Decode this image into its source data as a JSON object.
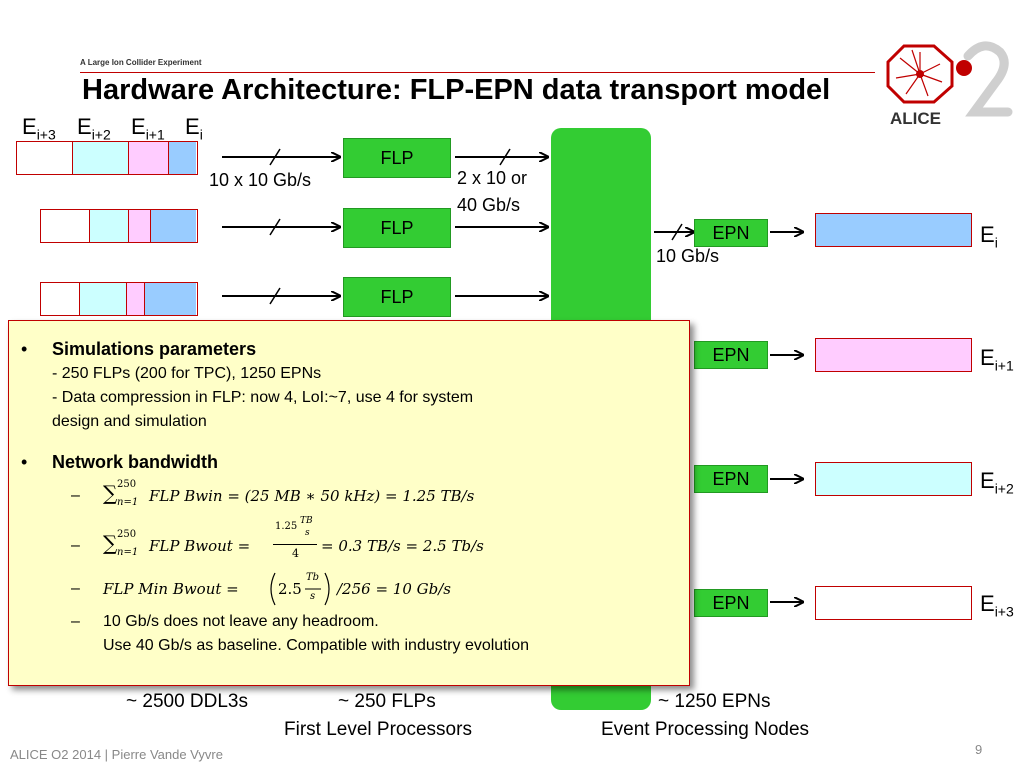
{
  "header": {
    "experiment": "A Large Ion Collider Experiment",
    "title": "Hardware Architecture: FLP-EPN data transport model",
    "logo_text": "ALICE"
  },
  "event_labels": {
    "base": "E",
    "i3": "i+3",
    "i2": "i+2",
    "i1": "i+1",
    "i": "i"
  },
  "flp_label": "FLP",
  "epn_label": "EPN",
  "links": {
    "input_bw": "10 x 10 Gb/s",
    "flp_out_bw_line1": "2 x 10 or",
    "flp_out_bw_line2": "40 Gb/s",
    "epn_bw": "10 Gb/s"
  },
  "outputs": [
    "i",
    "i+1",
    "i+2",
    "i+3"
  ],
  "bottom": {
    "ddl": "~ 2500 DDL3s",
    "flps": "~ 250 FLPs",
    "flps_name": "First Level Processors",
    "epns": "~ 1250 EPNs",
    "epns_name": "Event Processing Nodes"
  },
  "popup": {
    "sim_title": "Simulations parameters",
    "sim_line1": "- 250 FLPs (200 for TPC), 1250 EPNs",
    "sim_line2": "- Data compression in FLP: now 4, LoI:~7, use 4 for system",
    "sim_line3": "design and simulation",
    "net_title": "Network bandwidth",
    "eq1_sum": "∑",
    "eq1_sup": "250",
    "eq1_sub": "n=1",
    "eq1_body": "FLP Bwin = (25 MB ∗ 50 kHz) = 1.25 TB/s",
    "eq2_sum": "∑",
    "eq2_sup": "250",
    "eq2_sub": "n=1",
    "eq2_left": "FLP Bwout =",
    "eq2_num": "1.25",
    "eq2_num_frac_top": "TB",
    "eq2_num_frac_bot": "s",
    "eq2_den": "4",
    "eq2_right": "= 0.3 TB/s = 2.5 Tb/s",
    "eq3_left": "FLP Min Bwout  =",
    "eq3_val": "2.5",
    "eq3_frac_top": "Tb",
    "eq3_frac_bot": "s",
    "eq3_right": "/256 = 10 Gb/s",
    "note_line1": "10 Gb/s does not leave any headroom.",
    "note_line2": "Use 40 Gb/s as baseline. Compatible with industry evolution",
    "bullet": "•",
    "dash": "–"
  },
  "footer": {
    "text": "ALICE O2  2014 |  Pierre Vande Vyvre",
    "page": "9"
  },
  "colors": {
    "green": "#33cc33",
    "red_border": "#c00000",
    "pink": "#ffccff",
    "cyan": "#ccffff",
    "blue": "#99ccff",
    "popup_bg": "#ffffc8"
  }
}
